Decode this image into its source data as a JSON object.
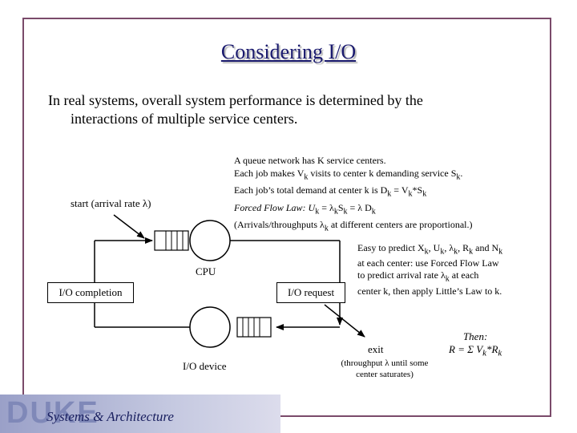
{
  "slide": {
    "title": "Considering I/O",
    "intro_line1": "In real systems, overall system performance is determined by the",
    "intro_line2": "interactions of multiple service centers.",
    "notes": [
      "A queue network has K service centers.",
      "Each job makes V",
      "k",
      " visits to center k demanding service S",
      "k",
      ".",
      "Each job’s total demand at center k is D",
      "k",
      " = V",
      "k",
      "*S",
      "k",
      "Forced Flow Law: U",
      "k",
      " = λ",
      "k",
      "S",
      "k",
      " = λ D",
      "k",
      "(Arrivals/throughputs λ",
      "k",
      " at different centers are proportional.)"
    ],
    "side_note": [
      "Easy to predict X",
      "k",
      ", U",
      "k",
      ", λ",
      "k",
      ", R",
      "k",
      " and N",
      "k",
      "at each center: use Forced Flow Law",
      "to predict arrival rate λ",
      "k",
      " at each",
      "center k, then apply Little’s Law to k."
    ],
    "then_label": "Then:",
    "then_formula": "R = Σ V",
    "then_k1": "k",
    "then_r": "*R",
    "then_k2": "k"
  },
  "diagram": {
    "start_label": "start (arrival rate λ)",
    "cpu_label": "CPU",
    "io_completion_label": "I/O completion",
    "io_request_label": "I/O request",
    "io_device_label": "I/O device",
    "exit_label": "exit",
    "throughput_line1": "(throughput λ until some",
    "throughput_line2": "center saturates)"
  },
  "footer": {
    "logo_text": "DUKE",
    "subtitle": "Systems & Architecture"
  }
}
